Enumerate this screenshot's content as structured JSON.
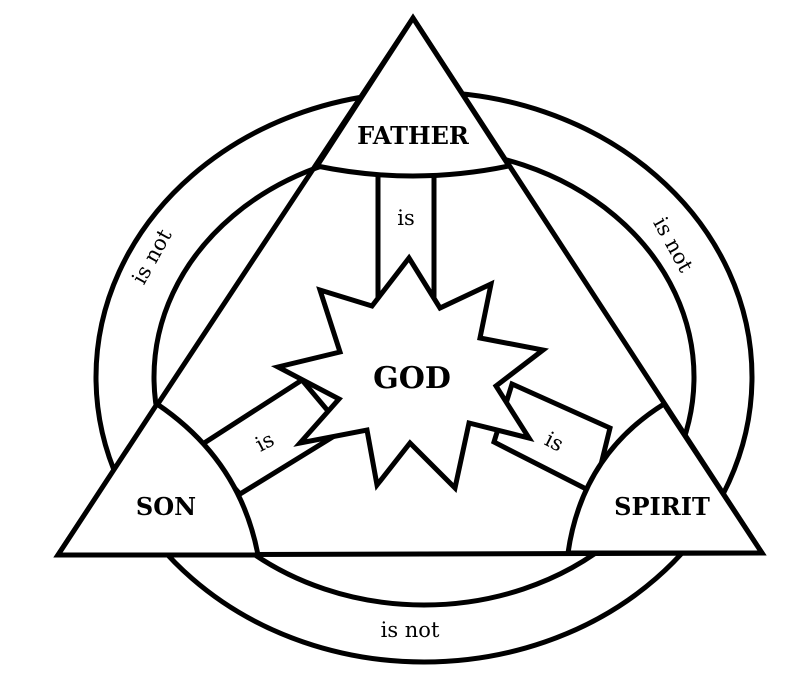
{
  "nodes": {
    "father": "FATHER",
    "son": "SON",
    "spirit": "SPIRIT",
    "god": "GOD"
  },
  "relations": {
    "father_god": "is",
    "son_god": "is",
    "spirit_god": "is",
    "father_son": "is not",
    "father_spirit": "is not",
    "son_spirit": "is not"
  }
}
